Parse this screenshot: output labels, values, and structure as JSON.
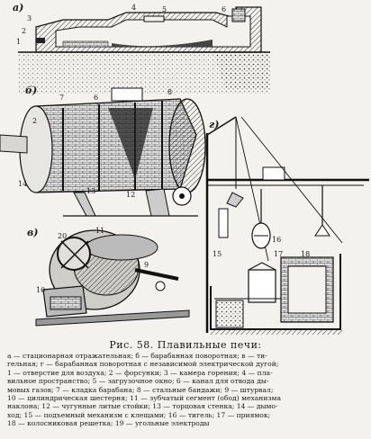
{
  "figure": {
    "letters": {
      "a": "а)",
      "b": "б)",
      "c": "в)",
      "d": "г)"
    },
    "callouts_a": [
      "1",
      "2",
      "3",
      "4",
      "5",
      "6"
    ],
    "callouts_b": [
      "2",
      "6",
      "7",
      "8",
      "12",
      "13",
      "14"
    ],
    "callouts_c": [
      "9",
      "10",
      "11",
      "20"
    ],
    "callouts_d": [
      "15",
      "16",
      "17",
      "18"
    ]
  },
  "caption": {
    "title": "Рис. 58. Плавильные печи:",
    "legend": [
      "а — стационарная отражательная; б — барабанная поворотная; в — ти-",
      "гельная; г — барабанная поворотная с независимой электрической дугой;",
      "1 — отверстие для воздуха; 2 — форсунки; 3 — камера горения; 4 — пла-",
      "вильное пространство; 5 — загрузочное окно; 6 — канал для отвода ды-",
      "мовых газов; 7 — кладка барабана; 8 — стальные бандажи; 9 — штурвал;",
      "10 — цилиндрическая шестерня; 11 — зубчатый сегмент (обод) механизма",
      "наклона; 12 — чугунные литые стойки; 13 — торцовая стенка; 14 — дымо-",
      "ход; 15 — подъемный механизм с клещами; 16 — тигель; 17 — приямок;",
      "18 — колосниковая решетка; 19 — угольные электроды"
    ]
  }
}
